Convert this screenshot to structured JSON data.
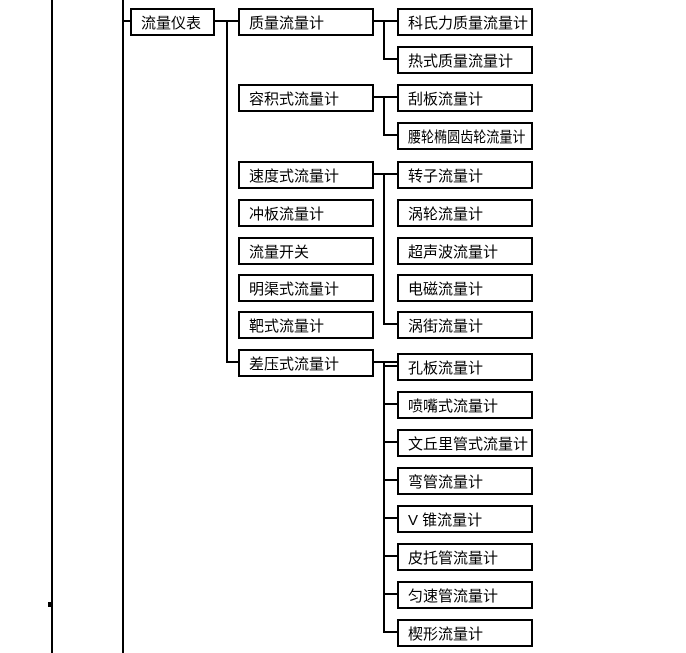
{
  "colors": {
    "background": "#ffffff",
    "line": "#000000",
    "box_border": "#000000",
    "text": "#000000"
  },
  "diagram": {
    "root": {
      "label": "流量仪表"
    },
    "level1": [
      {
        "label": "质量流量计",
        "children": [
          "科氏力质量流量计",
          "热式质量流量计"
        ]
      },
      {
        "label": "容积式流量计",
        "children": [
          "刮板流量计",
          "腰轮椭圆齿轮流量计"
        ]
      },
      {
        "label": "速度式流量计",
        "children": [
          "转子流量计",
          "涡轮流量计",
          "超声波流量计",
          "电磁流量计",
          "涡街流量计"
        ]
      },
      {
        "label": "冲板流量计",
        "children": []
      },
      {
        "label": "流量开关",
        "children": []
      },
      {
        "label": "明渠式流量计",
        "children": []
      },
      {
        "label": "靶式流量计",
        "children": []
      },
      {
        "label": "差压式流量计",
        "children": [
          "孔板流量计",
          "喷嘴式流量计",
          "文丘里管式流量计",
          "弯管流量计",
          "V 锥流量计",
          "皮托管流量计",
          "匀速管流量计",
          "楔形流量计"
        ]
      }
    ]
  }
}
